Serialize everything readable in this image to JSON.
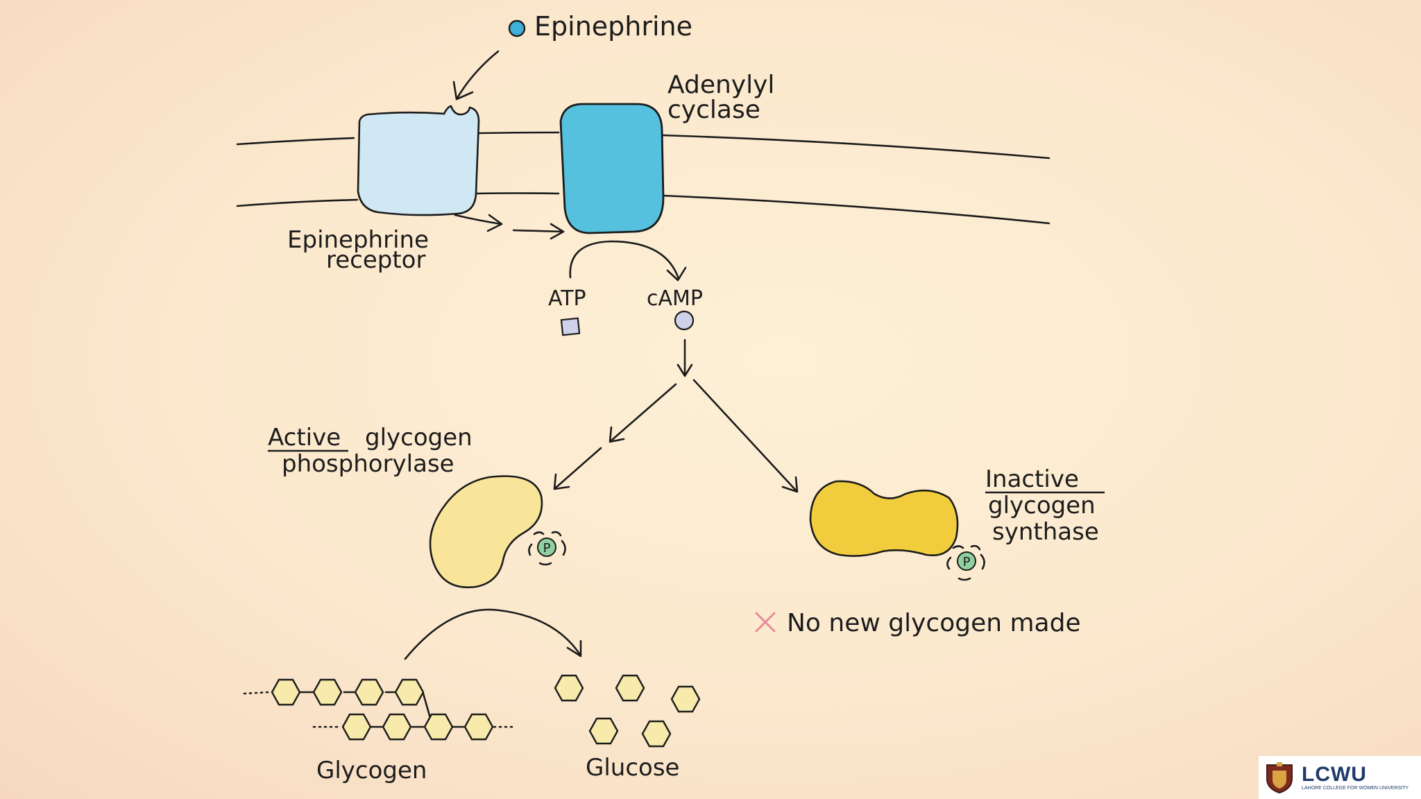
{
  "labels": {
    "epinephrine": "Epinephrine",
    "adenylyl_line1": "Adenylyl",
    "adenylyl_line2": "cyclase",
    "receptor_line1": "Epinephrine",
    "receptor_line2": "receptor",
    "atp": "ATP",
    "camp": "cAMP",
    "active_word": "Active",
    "phosphorylase_line1_rest": "glycogen",
    "phosphorylase_line2": "phosphorylase",
    "inactive_word": "Inactive",
    "synthase_line2": "glycogen",
    "synthase_line3": "synthase",
    "phospho_left": "P",
    "phospho_right": "P",
    "no_glycogen": "No new glycogen made",
    "glycogen": "Glycogen",
    "glucose": "Glucose"
  },
  "logo": {
    "title": "LCWU",
    "subtitle": "LAHORE COLLEGE FOR WOMEN UNIVERSITY"
  },
  "colors": {
    "background": "#fbe8cd",
    "receptor": "#cfe8f3",
    "adenylyl_cyclase": "#55c1df",
    "epinephrine_dot": "#3fb0d8",
    "phosphorylase": "#f8e59a",
    "synthase": "#f1cd3e",
    "phosphate": "#8fd0a0",
    "glucose_hex": "#f7eaaa",
    "cross_mark": "#e88a9a",
    "logo_text": "#1d3b6a"
  }
}
